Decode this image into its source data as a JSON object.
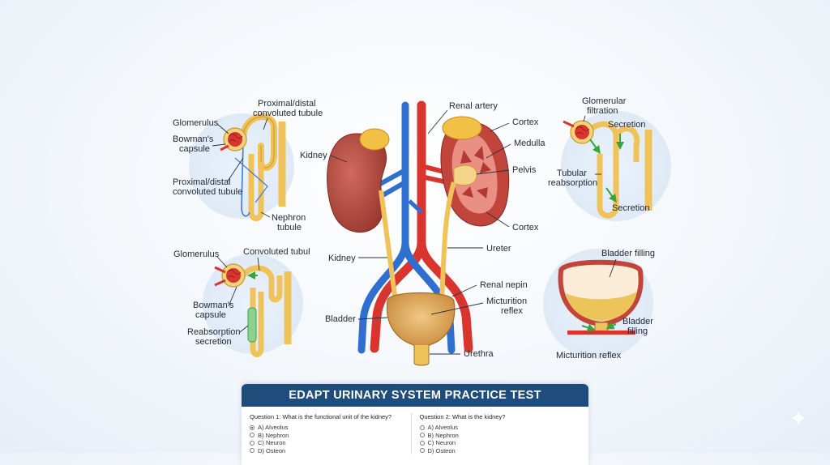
{
  "labels": {
    "glomerulus_1": "Glomerulus",
    "bowmans_capsule_1": [
      "Bowman's",
      "capsule"
    ],
    "proximal_distal_top": [
      "Proximal/distal",
      "convoluted tubule"
    ],
    "proximal_distal_left": [
      "Proximal/distal",
      "convoluted tubule"
    ],
    "nephron_tubule": [
      "Nephron",
      "tubule"
    ],
    "kidney_upper": "Kidney",
    "renal_artery": "Renal artery",
    "cortex_top": "Cortex",
    "medulla": "Medulla",
    "pelvis": "Pelvis",
    "cortex_bottom": "Cortex",
    "ureter": "Ureter",
    "kidney_lower": "Kidney",
    "renal_nepin": "Renal nepin",
    "micturition_reflex_center": [
      "Micturition",
      "reflex"
    ],
    "bladder": "Bladder",
    "urethra": "Urethra",
    "glomerular_filtration": [
      "Glomerular",
      "filtration"
    ],
    "secretion_top": "Secretion",
    "tubular_reabsorption": [
      "Tubular",
      "reabsorption"
    ],
    "secretion_bottom": "Secretion",
    "glomerulus_2": "Glomerulus",
    "convoluted_tubul": "Convoluted tubul",
    "bowmans_capsule_2": [
      "Bowman's",
      "capsule"
    ],
    "reabsorption_secretion": [
      "Reabsorption",
      "secretion"
    ],
    "bladder_filling_top": "Bladder filling",
    "bladder_filling_side": [
      "Bladder",
      "filling"
    ],
    "micturition_reflex_right": "Micturition reflex"
  },
  "test": {
    "title": "EDAPT URINARY SYSTEM PRACTICE TEST",
    "questions": [
      {
        "text": "Question 1: What is the functional unit of the kidney?",
        "options": [
          "A) Alveolus",
          "B) Nephron",
          "C) Neuron",
          "D) Osteon"
        ],
        "selected": 0
      },
      {
        "text": "Question 2: What is the kidney?",
        "options": [
          "A) Alveolus",
          "B) Nephron",
          "C) Neuron",
          "D) Osteon"
        ],
        "selected": -1
      }
    ]
  },
  "colors": {
    "artery": "#d8352e",
    "vein": "#2f6fd0",
    "tubule": "#f0c35a",
    "kidney": "#b5453c",
    "header": "#1e4d7b"
  }
}
